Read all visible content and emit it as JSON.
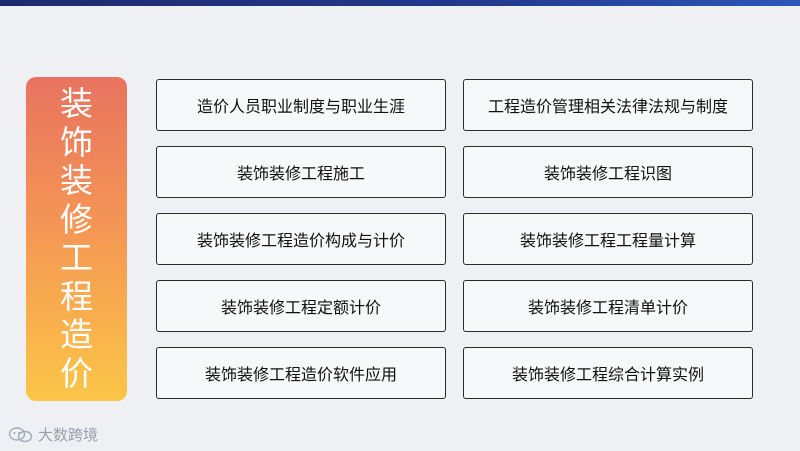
{
  "side_title": "装饰装修工程造价",
  "cards": [
    "造价人员职业制度与职业生涯",
    "工程造价管理相关法律法规与制度",
    "装饰装修工程施工",
    "装饰装修工程识图",
    "装饰装修工程造价构成与计价",
    "装饰装修工程工程量计算",
    "装饰装修工程定额计价",
    "装饰装修工程清单计价",
    "装饰装修工程造价软件应用",
    "装饰装修工程综合计算实例"
  ],
  "watermark": {
    "text": "大数跨境",
    "icon": "wechat-logo-icon"
  },
  "colors": {
    "top_bar": "#1e2a6e",
    "panel_top": "#e8735f",
    "panel_bottom": "#fbc648",
    "card_border": "#2b2b2b",
    "background": "#eef0f4"
  }
}
